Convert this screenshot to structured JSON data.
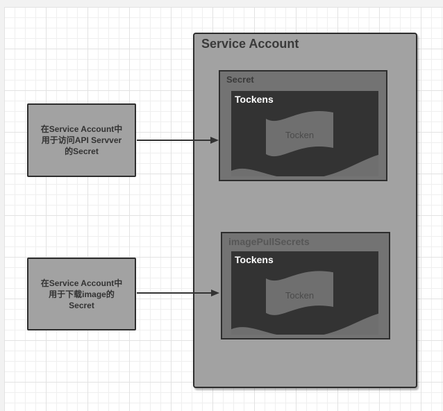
{
  "service_account": {
    "title": "Service Account"
  },
  "secret_card": {
    "title": "Secret",
    "tokens_label": "Tockens",
    "token_label": "Tocken"
  },
  "image_pull_card": {
    "title": "imagePullSecrets",
    "tokens_label": "Tockens",
    "token_label": "Tocken"
  },
  "note_api": {
    "lines": [
      "在Service Account中",
      "用于访问API Servver",
      "的Secret"
    ]
  },
  "note_image": {
    "lines": [
      "在Service Account中",
      "用于下载image的",
      "Secret"
    ]
  },
  "colors": {
    "outer_background": "#f2f2f2",
    "canvas_background": "#ffffff",
    "grid_minor": "#efefef",
    "grid_major": "#e2e2e2",
    "group_fill": "#a2a2a2",
    "inner_fill": "#737373",
    "dark_fill": "#333333",
    "wave_fill": "#6f6f6f",
    "border": "#2d2d2d",
    "arrow": "#333333"
  }
}
